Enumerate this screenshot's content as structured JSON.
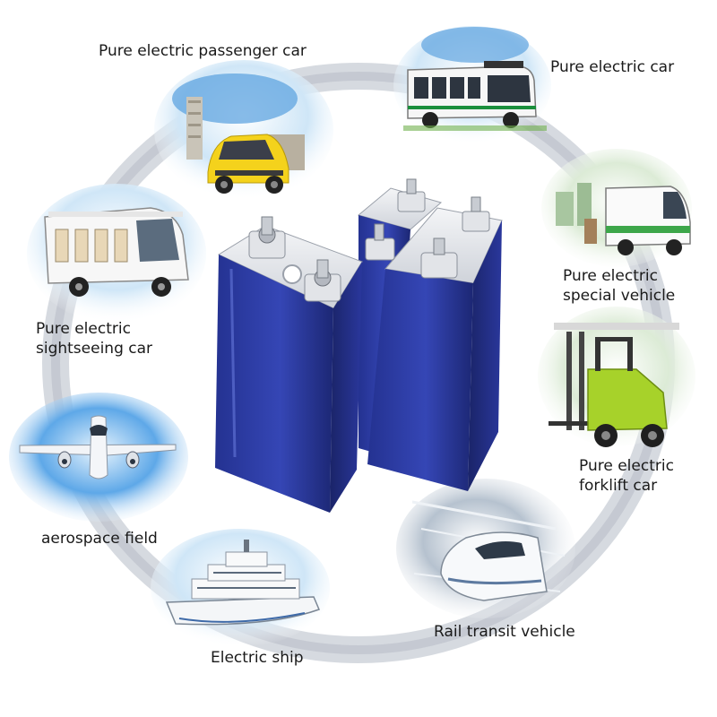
{
  "title": "",
  "center_image": {
    "icon": "lifepo4-prismatic-battery-cells-icon",
    "cell_color": "#2b3a9e",
    "terminal_color": "#c9ccd1"
  },
  "ring_color": "#c7cbd3",
  "applications": [
    {
      "id": "passenger",
      "label": "Pure electric passenger car",
      "icon": "passenger-car-icon"
    },
    {
      "id": "electric_car",
      "label": "Pure electric car",
      "icon": "electric-bus-icon"
    },
    {
      "id": "sightseeing",
      "label": "Pure electric\nsightseeing car",
      "icon": "sightseeing-car-icon"
    },
    {
      "id": "special",
      "label": "Pure electric\nspecial vehicle",
      "icon": "delivery-van-icon"
    },
    {
      "id": "forklift",
      "label": "Pure electric\nforklift car",
      "icon": "forklift-icon"
    },
    {
      "id": "aerospace",
      "label": "aerospace field",
      "icon": "airplane-icon"
    },
    {
      "id": "rail",
      "label": "Rail transit vehicle",
      "icon": "bullet-train-icon"
    },
    {
      "id": "ship",
      "label": "Electric ship",
      "icon": "ship-icon"
    }
  ]
}
